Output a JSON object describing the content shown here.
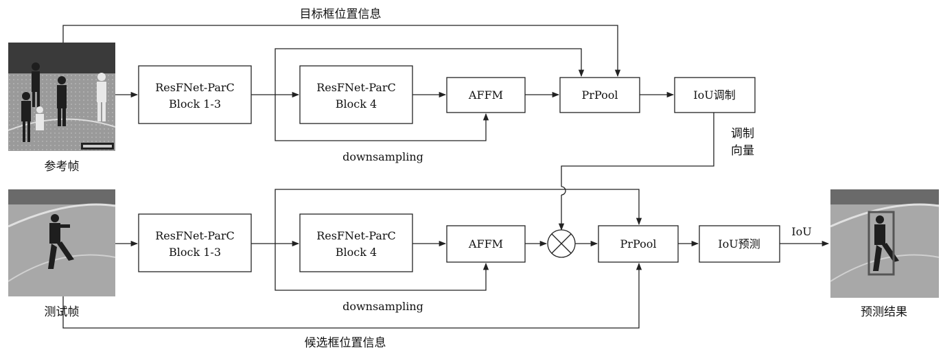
{
  "top": {
    "frame_label": "参考帧",
    "box_block13": [
      "ResFNet-ParC",
      "Block  1-3"
    ],
    "box_block4": [
      "ResFNet-ParC",
      "Block  4"
    ],
    "affm": "AFFM",
    "prpool": "PrPool",
    "iou_mod": "IoU调制",
    "downsampling": "downsampling",
    "target_info": "目标框位置信息",
    "mod_vector": [
      "调制",
      "向量"
    ]
  },
  "bottom": {
    "frame_label": "测试帧",
    "box_block13": [
      "ResFNet-ParC",
      "Block  1-3"
    ],
    "box_block4": [
      "ResFNet-ParC",
      "Block  4"
    ],
    "affm": "AFFM",
    "prpool": "PrPool",
    "iou_pred": "IoU预测",
    "downsampling": "downsampling",
    "candidate_info": "候选框位置信息",
    "iou_label": "IoU",
    "result_label": "预测结果"
  }
}
